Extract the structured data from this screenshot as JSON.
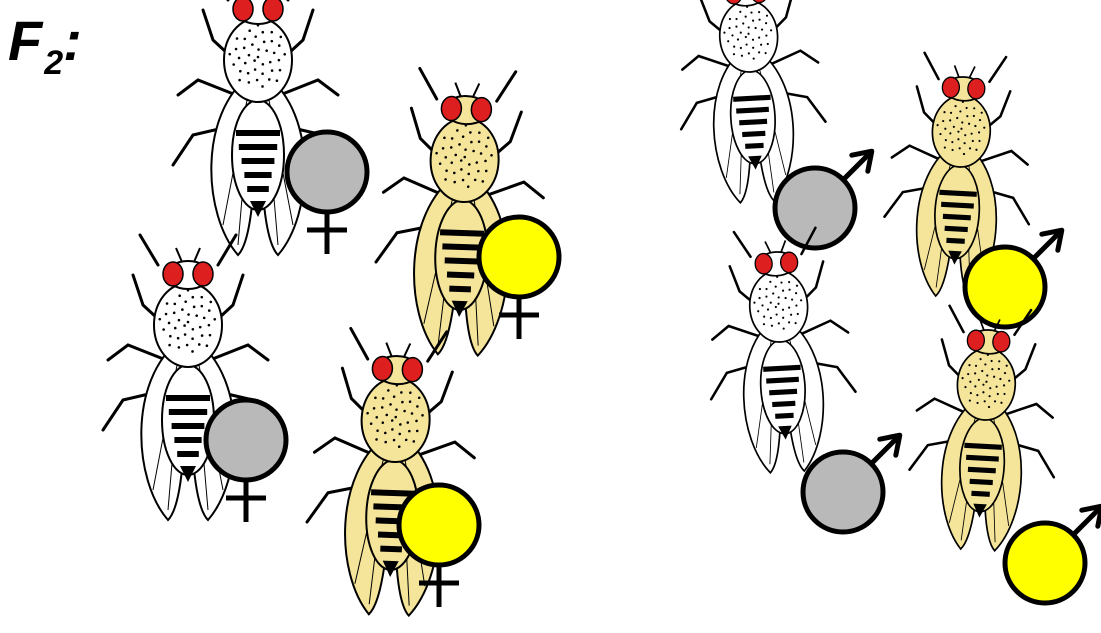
{
  "title": {
    "main": "F",
    "subscript": "2",
    "suffix": ":"
  },
  "colors": {
    "white_body": "#ffffff",
    "yellow_body": "#f5e59a",
    "eye_red": "#dd1f1f",
    "symbol_gray": "#b9b9b9",
    "symbol_yellow": "#ffff00",
    "outline": "#000000"
  },
  "groups": {
    "females": [
      {
        "phenotype": "gray",
        "symbol": "female"
      },
      {
        "phenotype": "yellow",
        "symbol": "female"
      },
      {
        "phenotype": "gray",
        "symbol": "female"
      },
      {
        "phenotype": "yellow",
        "symbol": "female"
      }
    ],
    "males": [
      {
        "phenotype": "gray",
        "symbol": "male"
      },
      {
        "phenotype": "yellow",
        "symbol": "male"
      },
      {
        "phenotype": "gray",
        "symbol": "male"
      },
      {
        "phenotype": "yellow",
        "symbol": "male"
      }
    ]
  }
}
